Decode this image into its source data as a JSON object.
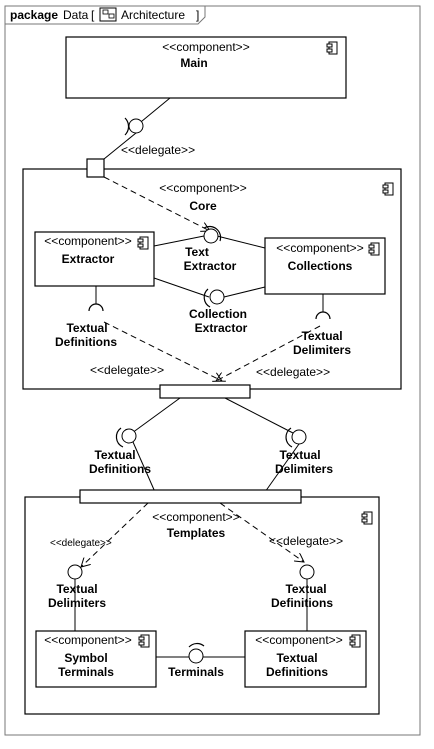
{
  "frame": {
    "keyword": "package",
    "name": "Data",
    "diagram_name": "Architecture"
  },
  "components": {
    "main": {
      "stereotype": "<<component>>",
      "name": "Main"
    },
    "core": {
      "stereotype": "<<component>>",
      "name": "Core"
    },
    "extractor": {
      "stereotype": "<<component>>",
      "name": "Extractor"
    },
    "collections": {
      "stereotype": "<<component>>",
      "name": "Collections"
    },
    "templates": {
      "stereotype": "<<component>>",
      "name": "Templates"
    },
    "symbol_terminals": {
      "stereotype": "<<component>>",
      "name_line1": "Symbol",
      "name_line2": "Terminals"
    },
    "textual_definitions": {
      "stereotype": "<<component>>",
      "name_line1": "Textual",
      "name_line2": "Definitions"
    }
  },
  "interfaces": {
    "text_extractor": {
      "line1": "Text",
      "line2": "Extractor"
    },
    "collection_extractor": {
      "line1": "Collection",
      "line2": "Extractor"
    },
    "core_textual_definitions": {
      "line1": "Textual",
      "line2": "Definitions"
    },
    "core_textual_delimiters": {
      "line1": "Textual",
      "line2": "Delimiters"
    },
    "mid_textual_definitions": {
      "line1": "Textual",
      "line2": "Definitions"
    },
    "mid_textual_delimiters": {
      "line1": "Textual",
      "line2": "Delimiters"
    },
    "tpl_textual_delimiters": {
      "line1": "Textual",
      "line2": "Delimiters"
    },
    "tpl_textual_definitions": {
      "line1": "Textual",
      "line2": "Definitions"
    },
    "terminals": {
      "label": "Terminals"
    }
  },
  "delegates": {
    "main_to_core": "<<delegate>>",
    "core_left": "<<delegate>>",
    "core_right": "<<delegate>>",
    "templates_left": "<<delegate>>",
    "templates_right": "<<delegate>>"
  },
  "colors": {
    "stroke": "#000000",
    "fill": "#ffffff",
    "text": "#000000"
  }
}
